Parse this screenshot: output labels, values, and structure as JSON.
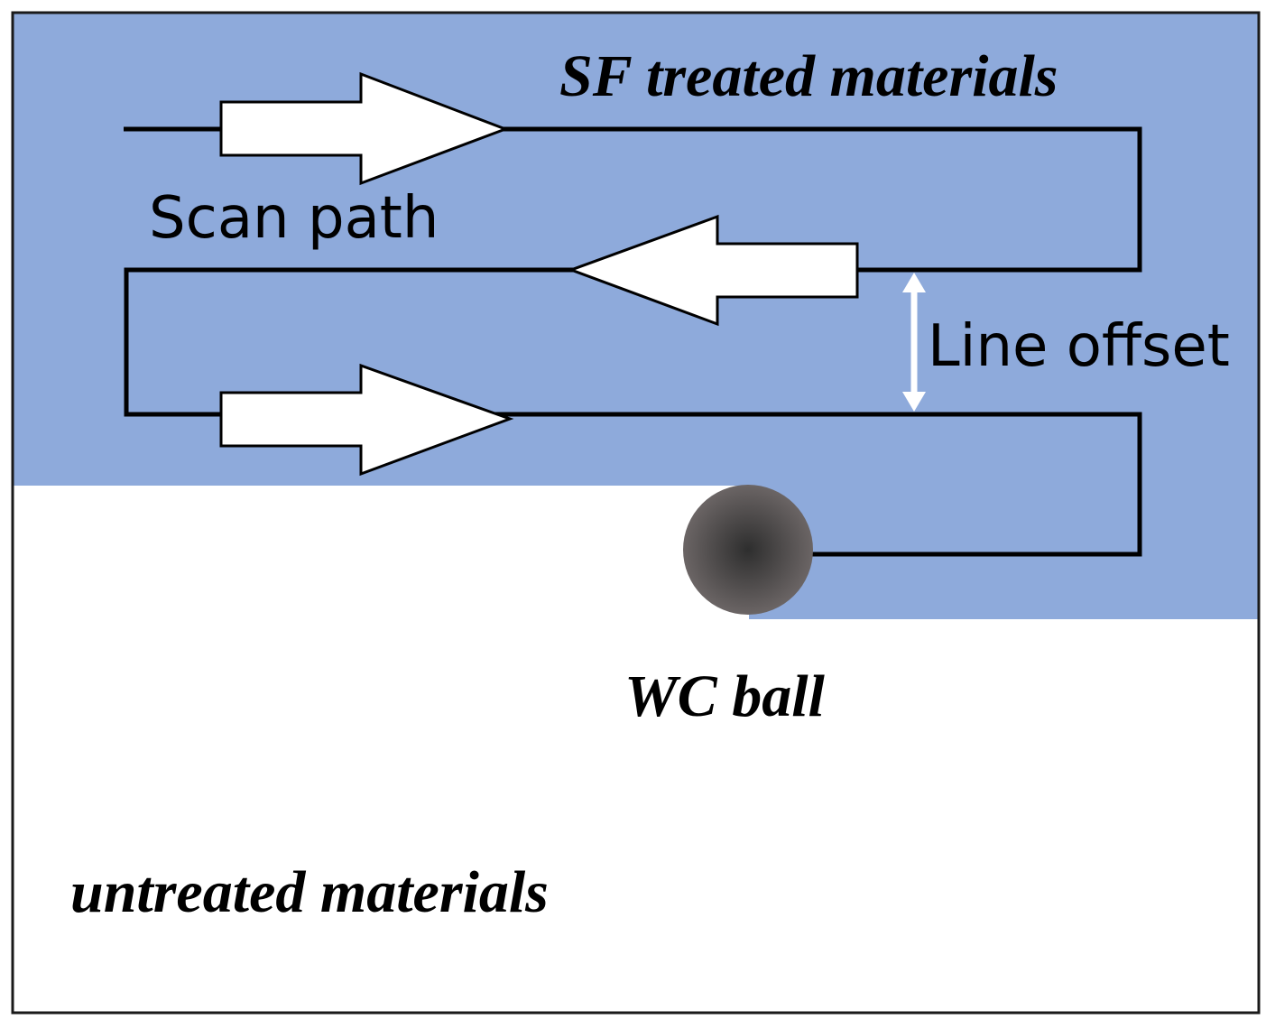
{
  "labels": {
    "treated": "SF treated materials",
    "untreated": "untreated materials",
    "scan_path": "Scan path",
    "line_offset": "Line offset",
    "ball": "WC ball"
  },
  "colors": {
    "treated_region": "#8eaadb",
    "background": "#ffffff",
    "frame": "#1a1a1a",
    "path": "#000000",
    "arrow_fill": "#ffffff",
    "offset_marker": "#ffffff",
    "ball_center": "#2e2e2e",
    "ball_edge": "#6b6565"
  },
  "icons": {
    "ball": "wc-ball-icon",
    "direction_arrow": "direction-arrow-icon",
    "offset_marker": "double-headed-arrow-icon"
  }
}
